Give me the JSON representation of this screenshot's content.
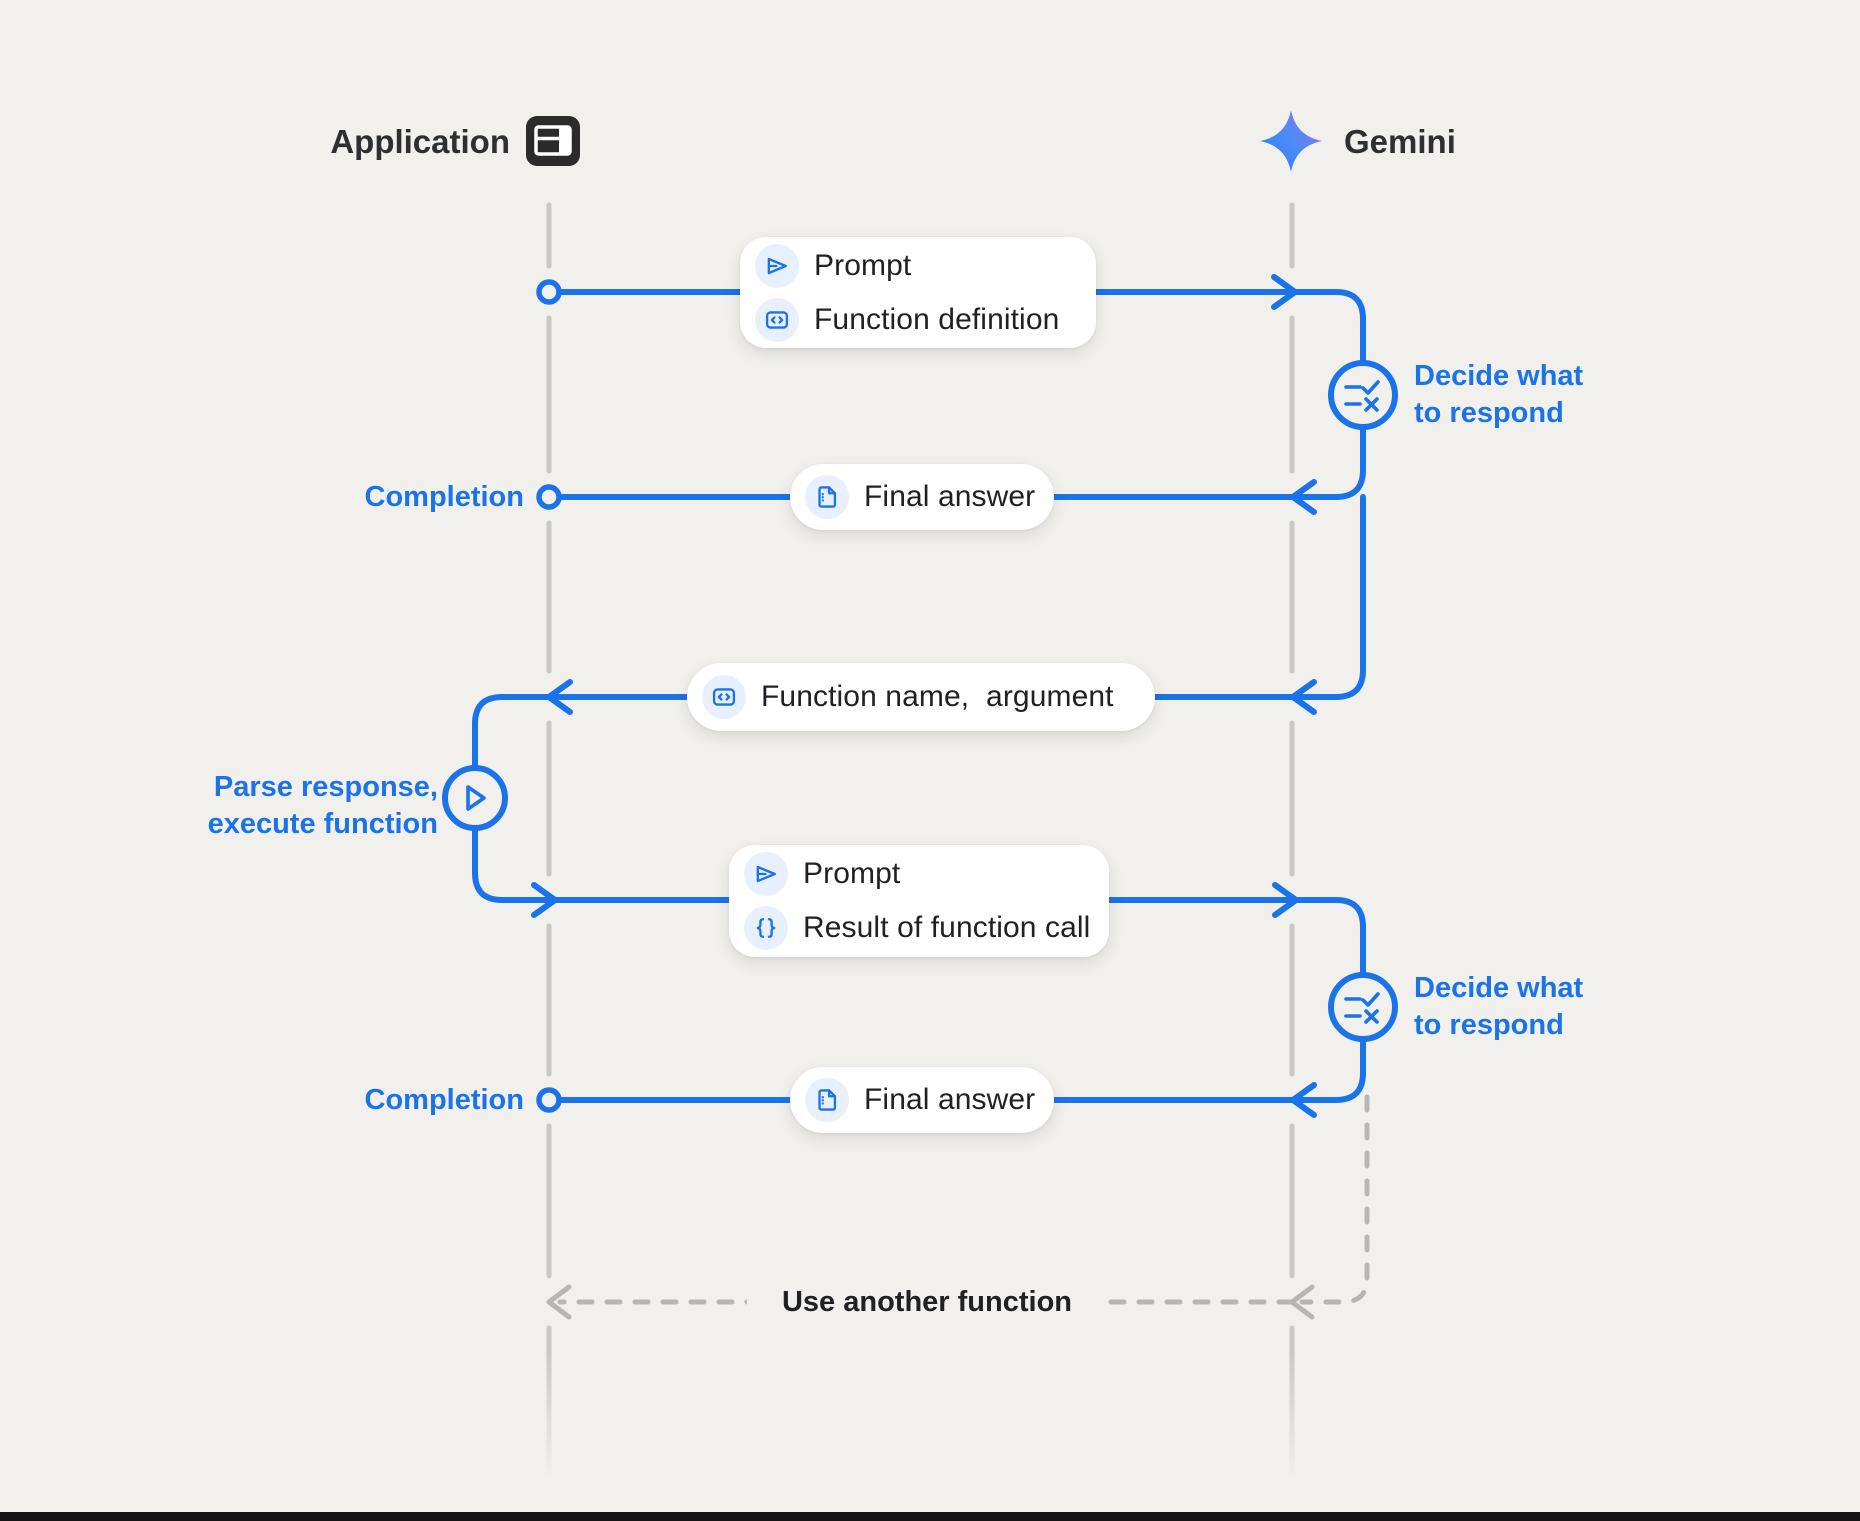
{
  "header": {
    "application_label": "Application",
    "gemini_label": "Gemini"
  },
  "boxes": {
    "prompt_function": {
      "row1": "Prompt",
      "row2": "Function definition"
    },
    "final_answer_1": {
      "label": "Final answer"
    },
    "function_name": {
      "label": "Function name,  argument"
    },
    "prompt_result": {
      "row1": "Prompt",
      "row2": "Result of function call"
    },
    "final_answer_2": {
      "label": "Final answer"
    }
  },
  "annotations": {
    "decide_1": {
      "line1": "Decide what",
      "line2": "to respond"
    },
    "decide_2": {
      "line1": "Decide what",
      "line2": "to respond"
    },
    "completion_1": "Completion",
    "completion_2": "Completion",
    "parse": {
      "line1": "Parse response,",
      "line2": "execute function"
    },
    "use_another": "Use another function"
  },
  "icons": {
    "application": "app-window-icon",
    "gemini": "sparkle-star-icon",
    "prompt": "send-icon",
    "function_definition": "code-icon",
    "final_answer": "document-icon",
    "result_of_function_call": "braces-icon",
    "decide_what_to_respond": "checklist-decision-icon",
    "parse_execute": "play-icon"
  },
  "colors": {
    "accent_blue": "#1a73e8",
    "background": "#f1f0ec",
    "box_background": "#ffffff",
    "icon_chip_background": "#e8f0fe",
    "lifeline_gray": "#c9c8c4",
    "dashed_gray": "#b7b6b3",
    "text_dark": "#202124",
    "gemini_gradient_start": "#217bfe",
    "gemini_gradient_end": "#9c6df0"
  }
}
